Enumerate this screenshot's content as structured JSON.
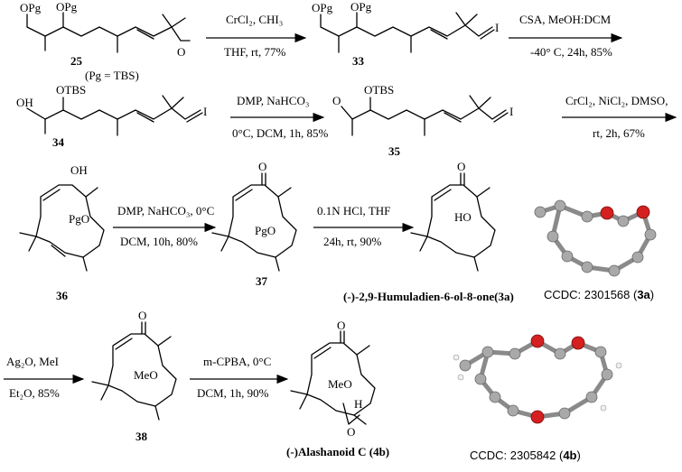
{
  "compounds": {
    "c25": {
      "number": "25",
      "pg_note": "(Pg = TBS)",
      "groups": [
        "OPg",
        "OPg",
        "O"
      ]
    },
    "c33": {
      "number": "33",
      "groups": [
        "OPg",
        "OPg",
        "I"
      ]
    },
    "c34": {
      "number": "34",
      "groups": [
        "OH",
        "OTBS",
        "I"
      ]
    },
    "c35": {
      "number": "35",
      "groups": [
        "O",
        "OTBS",
        "I"
      ]
    },
    "c36": {
      "number": "36",
      "groups": [
        "OH",
        "PgO"
      ]
    },
    "c37": {
      "number": "37",
      "groups": [
        "O",
        "PgO"
      ]
    },
    "c3a": {
      "name": "(-)-2,9-Humuladien-6-ol-8-one(3a)",
      "groups": [
        "O",
        "HO"
      ]
    },
    "c38": {
      "number": "38",
      "groups": [
        "O",
        "MeO"
      ]
    },
    "c4b": {
      "name": "(-)Alashanoid C (4b)",
      "groups": [
        "O",
        "MeO",
        "H",
        "O"
      ]
    }
  },
  "steps": [
    {
      "id": "s1",
      "line1": "CrCl₂, CHI₃",
      "line2": "THF, rt, 77%"
    },
    {
      "id": "s2",
      "line1": "CSA, MeOH:DCM",
      "line2": "-40° C, 24h, 85%"
    },
    {
      "id": "s3",
      "line1": "DMP, NaHCO₃",
      "line2": "0°C, DCM, 1h, 85%"
    },
    {
      "id": "s4",
      "line1": "CrCl₂, NiCl₂, DMSO,",
      "line2": "rt, 2h, 67%"
    },
    {
      "id": "s5",
      "line1": "DMP, NaHCO₃, 0°C",
      "line2": "DCM, 10h, 80%"
    },
    {
      "id": "s6",
      "line1": "0.1N HCl, THF",
      "line2": "24h, rt, 90%"
    },
    {
      "id": "s7",
      "line1": "Ag₂O, MeI",
      "line2": "Et₂O, 85%"
    },
    {
      "id": "s8",
      "line1": "m-CPBA, 0°C",
      "line2": "DCM, 1h, 90%"
    }
  ],
  "crystals": [
    {
      "id": "x3a",
      "caption_prefix": "CCDC: 2301568 (",
      "caption_bold": "3a",
      "caption_suffix": ")"
    },
    {
      "id": "x4b",
      "caption_prefix": "CCDC: 2305842 (",
      "caption_bold": "4b",
      "caption_suffix": ")"
    }
  ]
}
